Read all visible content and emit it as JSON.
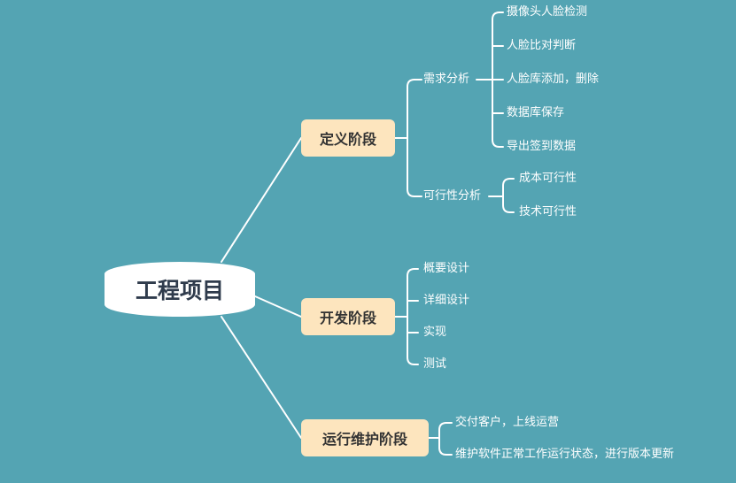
{
  "root": "工程项目",
  "stages": [
    {
      "label": "定义阶段",
      "groups": [
        {
          "label": "需求分析",
          "items": [
            "摄像头人脸检测",
            "人脸比对判断",
            "人脸库添加，删除",
            "数据库保存",
            "导出签到数据"
          ]
        },
        {
          "label": "可行性分析",
          "items": [
            "成本可行性",
            "技术可行性"
          ]
        }
      ]
    },
    {
      "label": "开发阶段",
      "items": [
        "概要设计",
        "详细设计",
        "实现",
        "测试"
      ]
    },
    {
      "label": "运行维护阶段",
      "items": [
        "交付客户，上线运营",
        "维护软件正常工作运行状态，进行版本更新"
      ]
    }
  ],
  "colors": {
    "background": "#54a4b3",
    "stage_fill": "#fde5be",
    "root_fill": "#ffffff",
    "line": "#ffffff"
  }
}
